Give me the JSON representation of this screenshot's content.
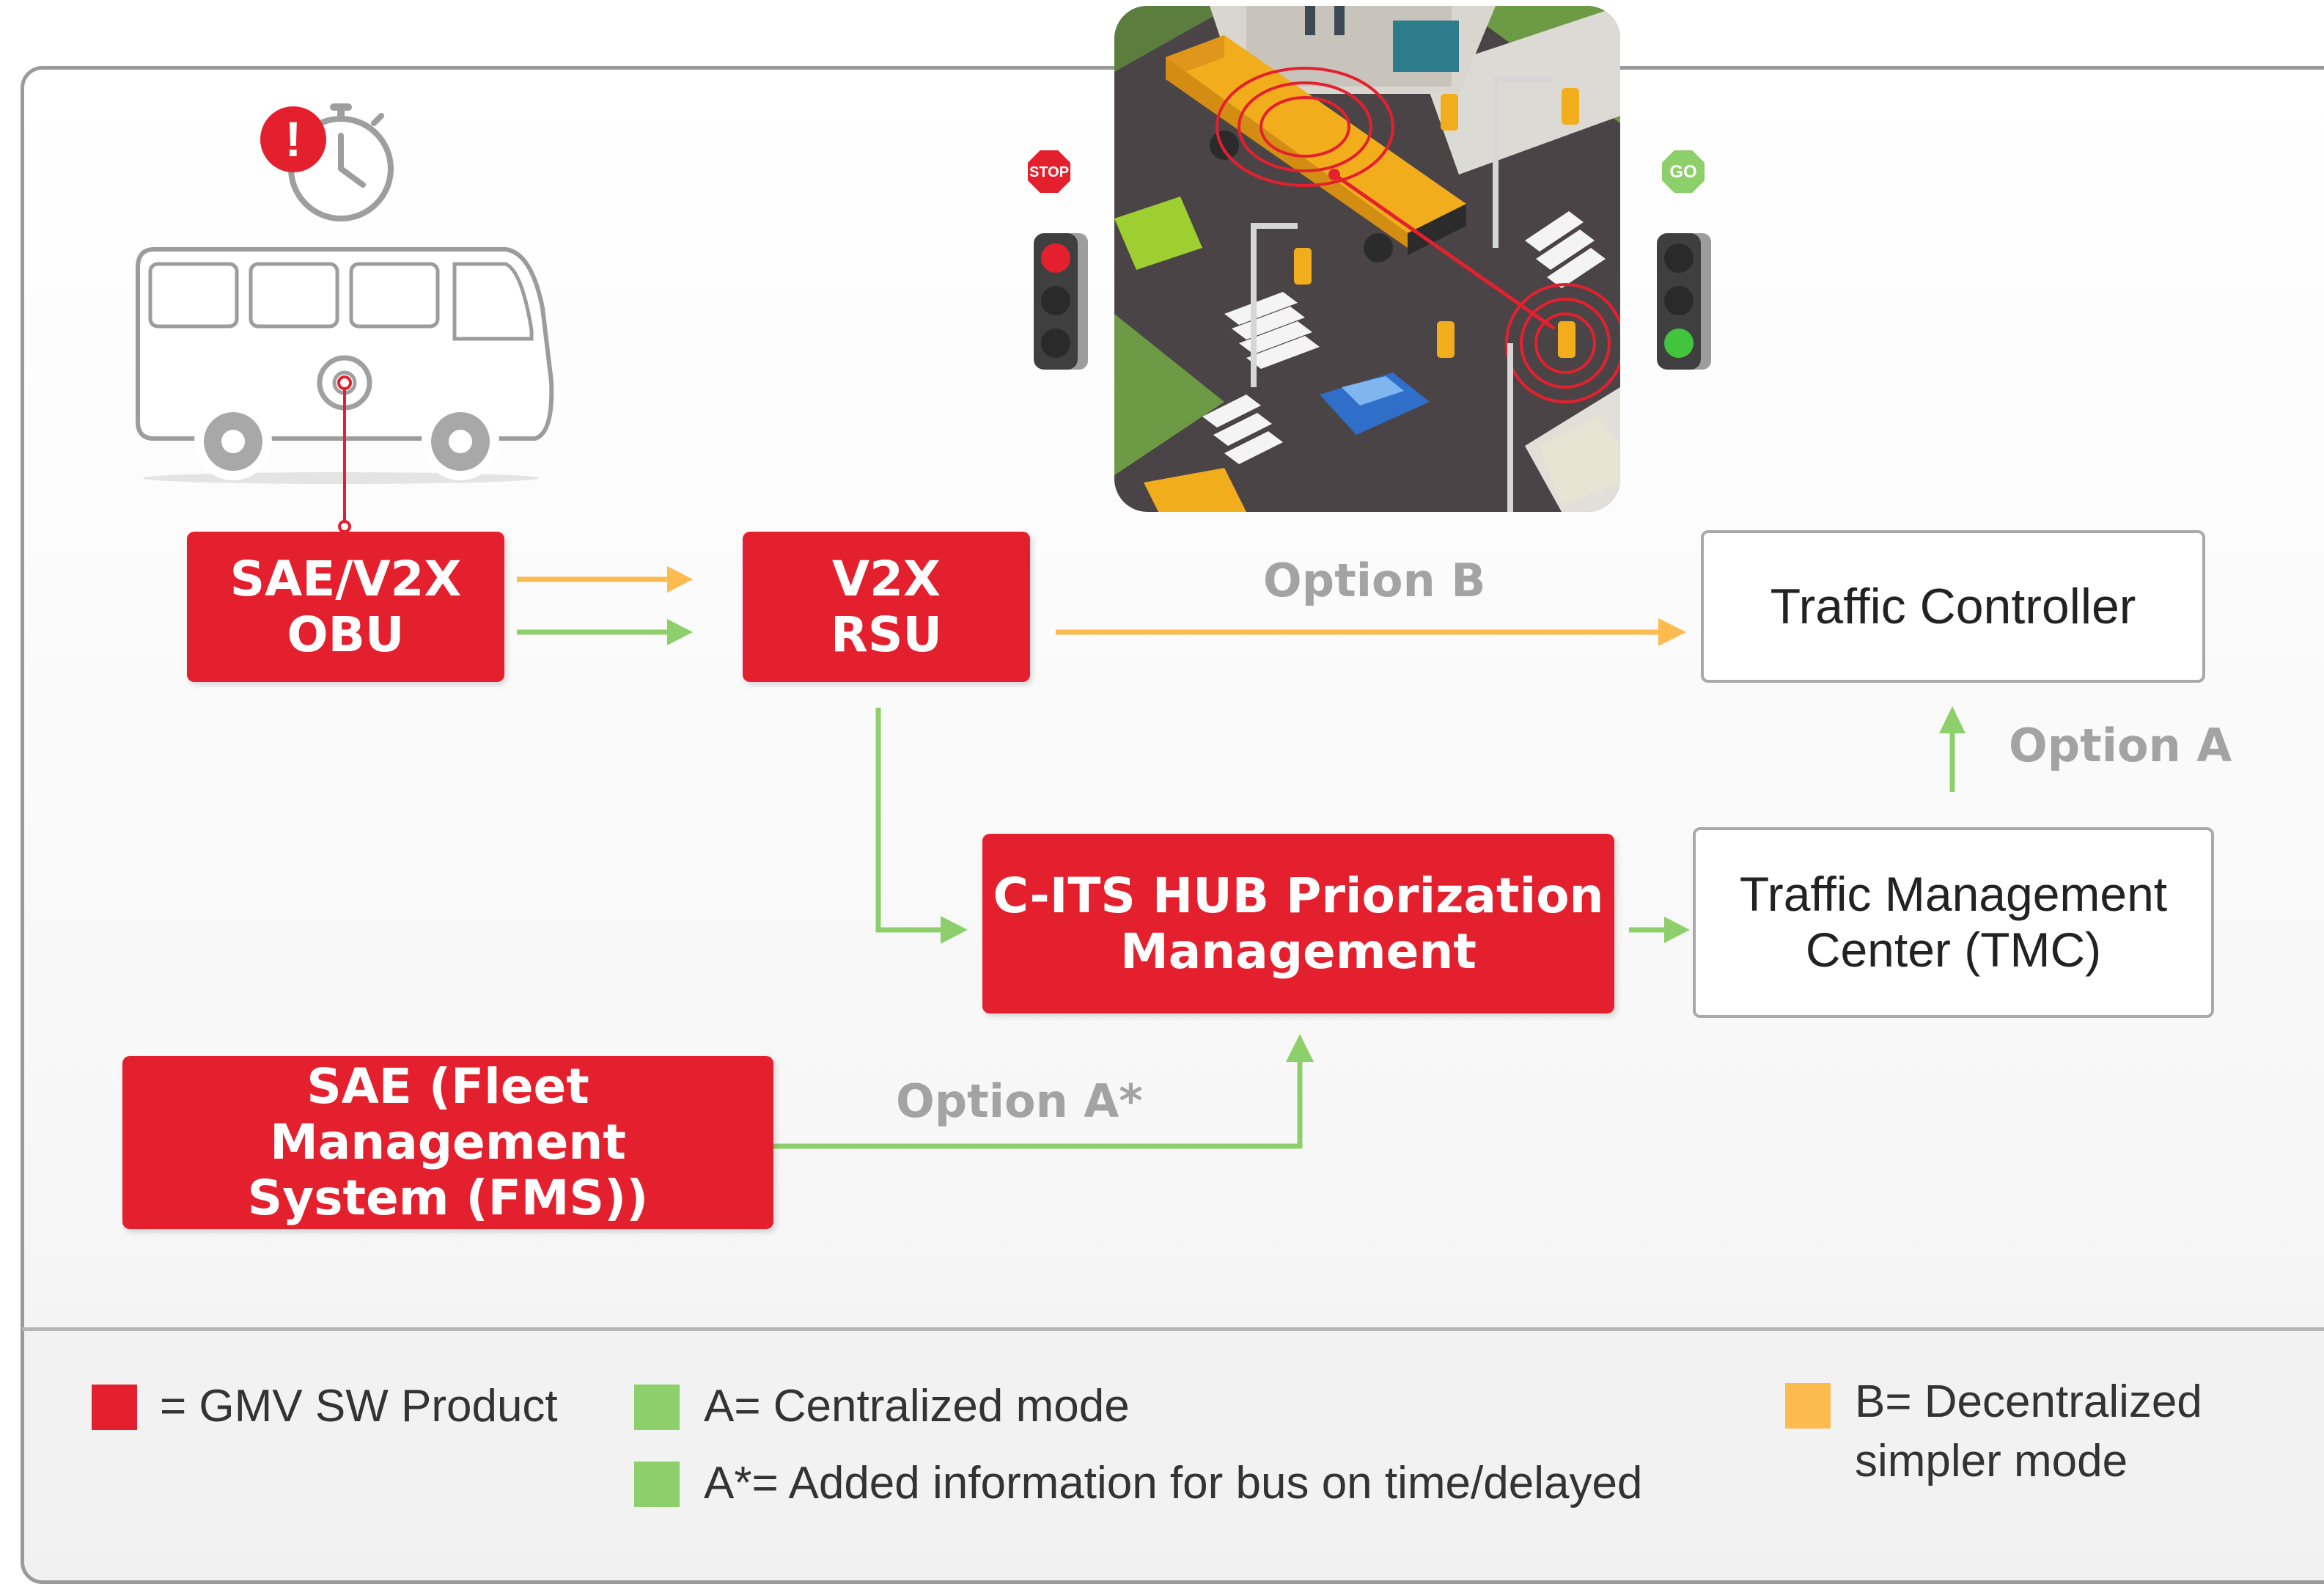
{
  "boxes": {
    "obu": "SAE/V2X\nOBU",
    "rsu": "V2X\nRSU",
    "hub": "C-ITS HUB Priorization\nManagement",
    "fms": "SAE (Fleet Management\nSystem (FMS))",
    "controller": "Traffic Controller",
    "tmc": "Traffic Management\nCenter (TMC)"
  },
  "edge_labels": {
    "option_b": "Option B",
    "option_a": "Option A",
    "option_a_star": "Option A*"
  },
  "signs": {
    "stop": "STOP",
    "go": "GO"
  },
  "alert_icon": "!",
  "legend": {
    "gmv": "= GMV SW Product",
    "a": "A= Centralized mode",
    "a_star": "A*= Added information for bus on time/delayed",
    "b": "B= Decentralized\nsimpler mode"
  },
  "colors": {
    "gmv_red": "#e5202e",
    "centralized_green": "#8dcf6a",
    "decentralized_orange": "#fbbb4e",
    "label_gray": "#a3a3a3"
  },
  "icons": [
    "bus-icon",
    "clock-icon",
    "alert-icon",
    "stop-sign-icon",
    "go-sign-icon",
    "red-traffic-light-icon",
    "green-traffic-light-icon",
    "intersection-illustration"
  ]
}
